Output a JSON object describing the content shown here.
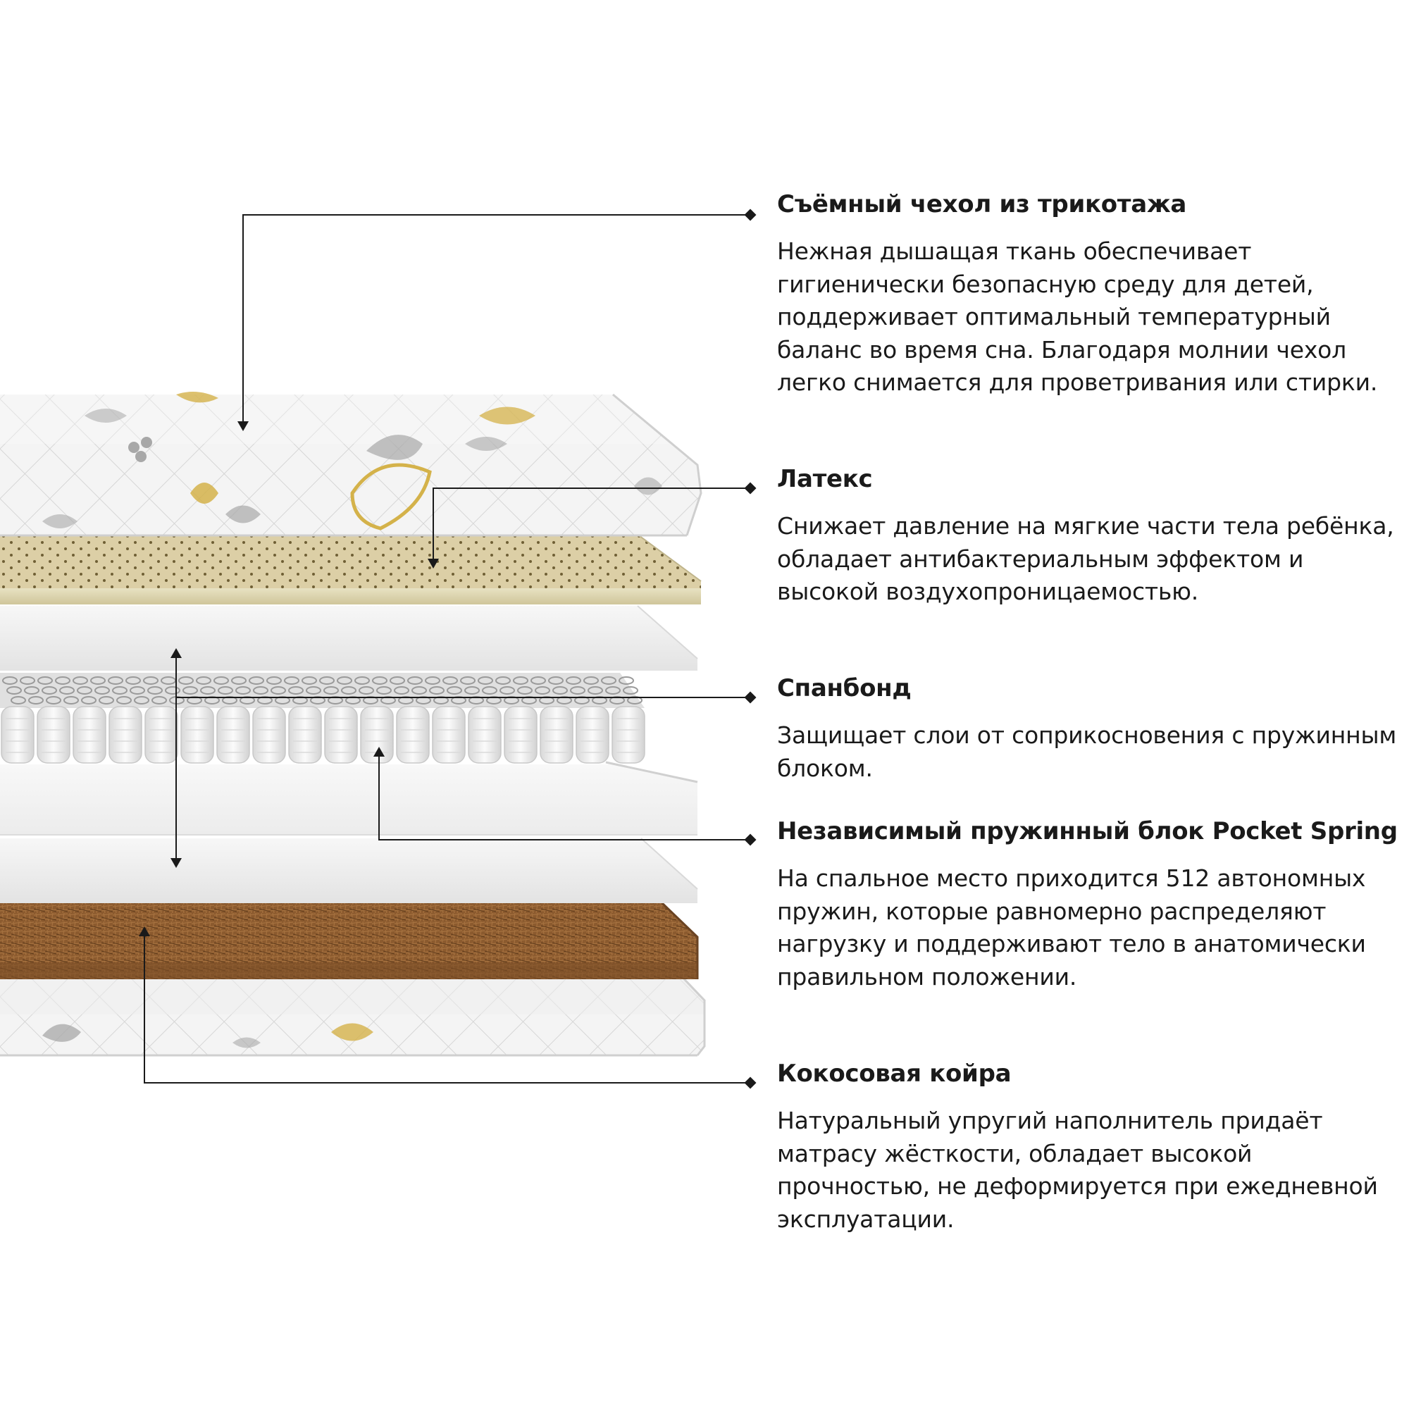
{
  "layers": [
    {
      "title": "Съёмный чехол из трикотажа",
      "description": "Нежная дышащая ткань обеспечивает гигиенически безопасную среду для детей, поддерживает оптимальный температурный баланс во время сна. Благодаря молнии чехол легко снимается для проветривания или стирки."
    },
    {
      "title": "Латекс",
      "description": "Снижает давление на мягкие части тела ребёнка, обладает антибактериальным эффектом и высокой воздухопроницаемостью."
    },
    {
      "title": "Спанбонд",
      "description": "Защищает слои от соприкосновения с пружинным блоком."
    },
    {
      "title": "Независимый пружинный блок Pocket Spring",
      "description": "На спальное место приходится 512 автономных пружин, которые равномерно распределяют нагрузку и поддерживают тело в анатомически правильном положении."
    },
    {
      "title": "Кокосовая койра",
      "description": "Натуральный упругий наполнитель придаёт матрасу жёсткости, обладает высокой прочностью, не деформируется при ежедневной эксплуатации."
    }
  ],
  "colors": {
    "cover": "#f3f3f3",
    "latex": "#d9d0a6",
    "spunbond": "#e9e9e9",
    "springs": "#e4e4e4",
    "coir": "#8a5a30",
    "pattern_gold": "#d4b24a",
    "pattern_gray": "#a8a8a8",
    "leader": "#1a1a1a"
  }
}
